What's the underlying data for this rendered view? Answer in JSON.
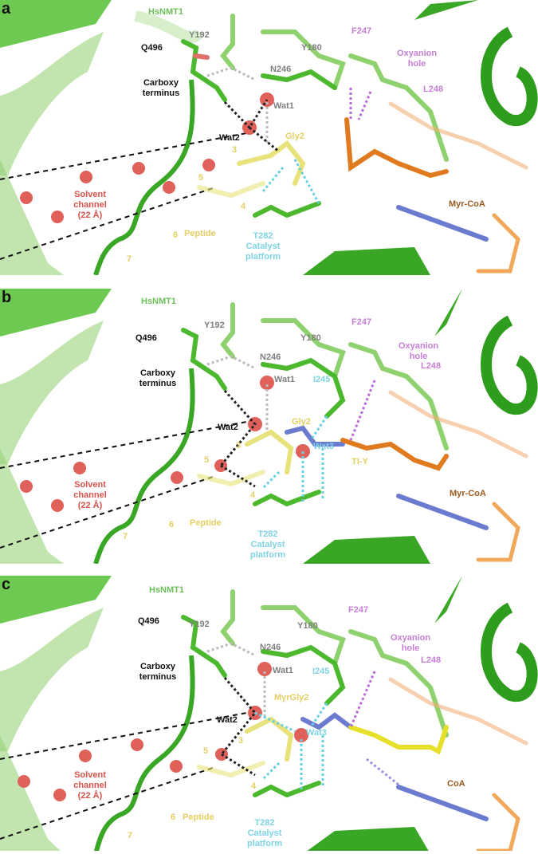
{
  "figure": {
    "panels": [
      {
        "letter": "a",
        "labels": {
          "protein": "HsNMT1",
          "y192": "Y192",
          "q496": "Q496",
          "carboxy": "Carboxy",
          "terminus": "terminus",
          "y180": "Y180",
          "f247": "F247",
          "n246": "N246",
          "wat1": "Wat1",
          "wat2": "Wat2",
          "oxy1": "Oxyanion",
          "oxy2": "hole",
          "l248": "L248",
          "gly2": "Gly2",
          "res3": "3",
          "res4": "4",
          "res5": "5",
          "res6": "6",
          "res7": "7",
          "peptide": "Peptide",
          "solvent1": "Solvent",
          "solvent2": "channel",
          "solvent3": "(22 Å)",
          "t282": "T282",
          "catalyst": "Catalyst",
          "platform": "platform",
          "ligand": "Myr-CoA"
        }
      },
      {
        "letter": "b",
        "labels": {
          "protein": "HsNMT1",
          "y192": "Y192",
          "q496": "Q496",
          "carboxy": "Carboxy",
          "terminus": "terminus",
          "y180": "Y180",
          "f247": "F247",
          "n246": "N246",
          "wat1": "Wat1",
          "wat2": "Wat2",
          "wat3": "Wat3",
          "i245": "I245",
          "oxy1": "Oxyanion",
          "oxy2": "hole",
          "l248": "L248",
          "gly2": "Gly2",
          "tiy": "TI-Y",
          "res3": "3",
          "res4": "4",
          "res5": "5",
          "res6": "6",
          "res7": "7",
          "peptide": "Peptide",
          "solvent1": "Solvent",
          "solvent2": "channel",
          "solvent3": "(22 Å)",
          "t282": "T282",
          "catalyst": "Catalyst",
          "platform": "platform",
          "ligand": "Myr-CoA"
        }
      },
      {
        "letter": "c",
        "labels": {
          "protein": "HsNMT1",
          "y192": "Y192",
          "q496": "Q496",
          "carboxy": "Carboxy",
          "terminus": "terminus",
          "y180": "Y180",
          "f247": "F247",
          "n246": "N246",
          "wat1": "Wat1",
          "wat2": "Wat2",
          "wat3": "Wat3",
          "i245": "I245",
          "oxy1": "Oxyanion",
          "oxy2": "hole",
          "l248": "L248",
          "gly2": "MyrGly2",
          "res3": "3",
          "res4": "4",
          "res5": "5",
          "res6": "6",
          "res7": "7",
          "peptide": "Peptide",
          "solvent1": "Solvent",
          "solvent2": "channel",
          "solvent3": "(22 Å)",
          "t282": "T282",
          "catalyst": "Catalyst",
          "platform": "platform",
          "ligand": "CoA"
        }
      }
    ],
    "colors": {
      "protein_green": "#4cb82e",
      "light_green": "#8fd06f",
      "oxygen": "#e0706a",
      "nitrogen": "#4457c8",
      "water": "#e0605a",
      "peptide_yellow": "#e8e27a",
      "myrcoa_orange": "#e07a1f",
      "coa_yellow": "#e6e02a",
      "hbond_grey": "#bbbbbb",
      "hbond_black": "#222222",
      "hbond_cyan": "#66d0e0",
      "hbond_pink": "#b86ad6"
    }
  }
}
